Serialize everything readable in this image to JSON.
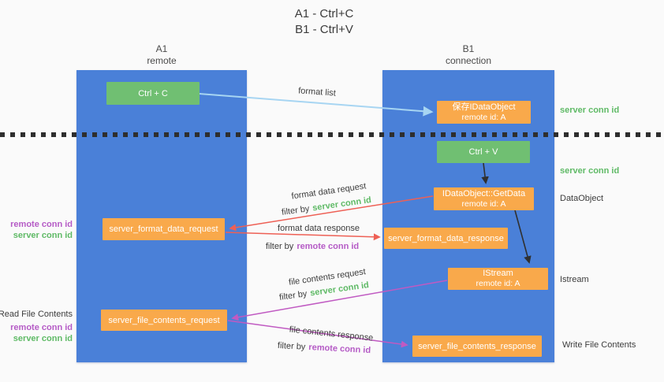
{
  "title": {
    "line1": "A1 - Ctrl+C",
    "line2": "B1 - Ctrl+V"
  },
  "columns": {
    "a1": {
      "name": "A1",
      "subtitle": "remote"
    },
    "b1": {
      "name": "B1",
      "subtitle": "connection"
    }
  },
  "nodes": {
    "ctrl_c": {
      "label": "Ctrl + C"
    },
    "save_idataobject": {
      "line1": "保存IDataObject",
      "line2": "remote id: A"
    },
    "ctrl_v": {
      "label": "Ctrl + V"
    },
    "getdata": {
      "line1": "IDataObject::GetData",
      "line2": "remote id: A"
    },
    "server_format_data_request": {
      "label": "server_format_data_request"
    },
    "server_format_data_response": {
      "label": "server_format_data_response"
    },
    "istream": {
      "line1": "IStream",
      "line2": "remote id: A"
    },
    "server_file_contents_request": {
      "label": "server_file_contents_request"
    },
    "server_file_contents_response": {
      "label": "server_file_contents_response"
    }
  },
  "edge_labels": {
    "format_list": "format list",
    "format_data_request": "format data request",
    "format_data_response": "format data response",
    "file_contents_request": "file contents request",
    "file_contents_response": "file contents response",
    "filter_by": "filter by"
  },
  "side_labels": {
    "server_conn_id": "server conn id",
    "remote_conn_id": "remote conn id",
    "dataobject": "DataObject",
    "istream": "Istream",
    "read_file_contents": "Read File Contents",
    "write_file_contents": "Write File Contents"
  },
  "colors": {
    "column_blue": "#4a80d8",
    "box_green": "#70bf72",
    "box_orange": "#f9a94b",
    "arrow_lightblue": "#a7d5f2",
    "arrow_red": "#ee6055",
    "arrow_magenta": "#c05ac2",
    "arrow_black": "#303030",
    "text_green": "#5fba66",
    "text_purple": "#b55bc6",
    "background": "#fafafa"
  }
}
